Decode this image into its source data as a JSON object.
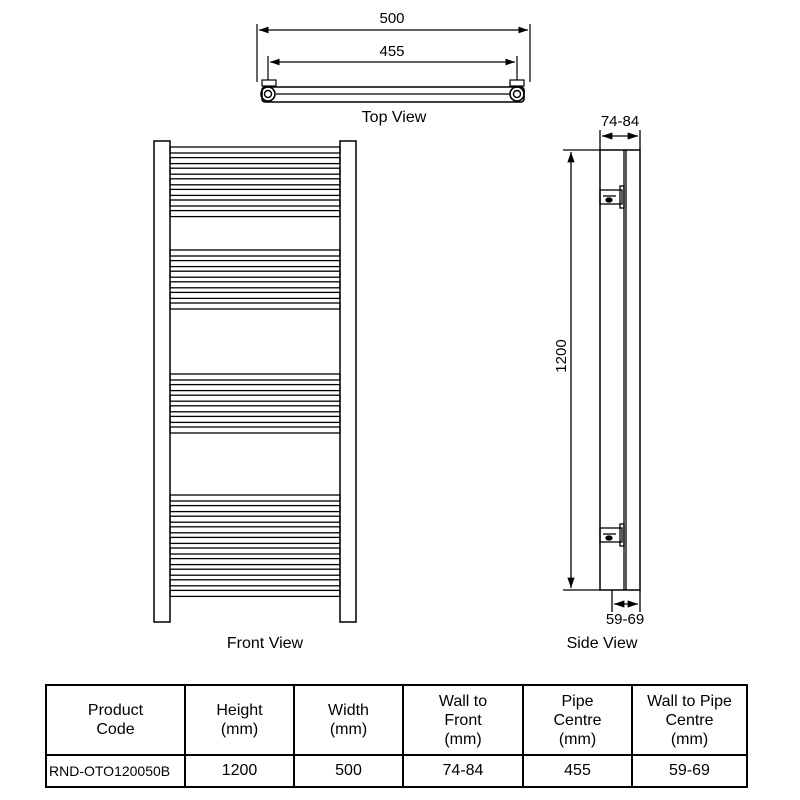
{
  "views": {
    "top": "Top View",
    "front": "Front View",
    "side": "Side View"
  },
  "dimensions": {
    "overall_width": "500",
    "pipe_centre": "455",
    "height": "1200",
    "wall_to_front": "74-84",
    "wall_to_pipe_centre": "59-69"
  },
  "table": {
    "headers": [
      [
        "Product",
        "Code"
      ],
      [
        "Height",
        "(mm)"
      ],
      [
        "Width",
        "(mm)"
      ],
      [
        "Wall to",
        "Front",
        "(mm)"
      ],
      [
        "Pipe",
        "Centre",
        "(mm)"
      ],
      [
        "Wall to Pipe",
        "Centre",
        "(mm)"
      ]
    ],
    "row": [
      "RND-OTO120050B",
      "1200",
      "500",
      "74-84",
      "455",
      "59-69"
    ]
  }
}
